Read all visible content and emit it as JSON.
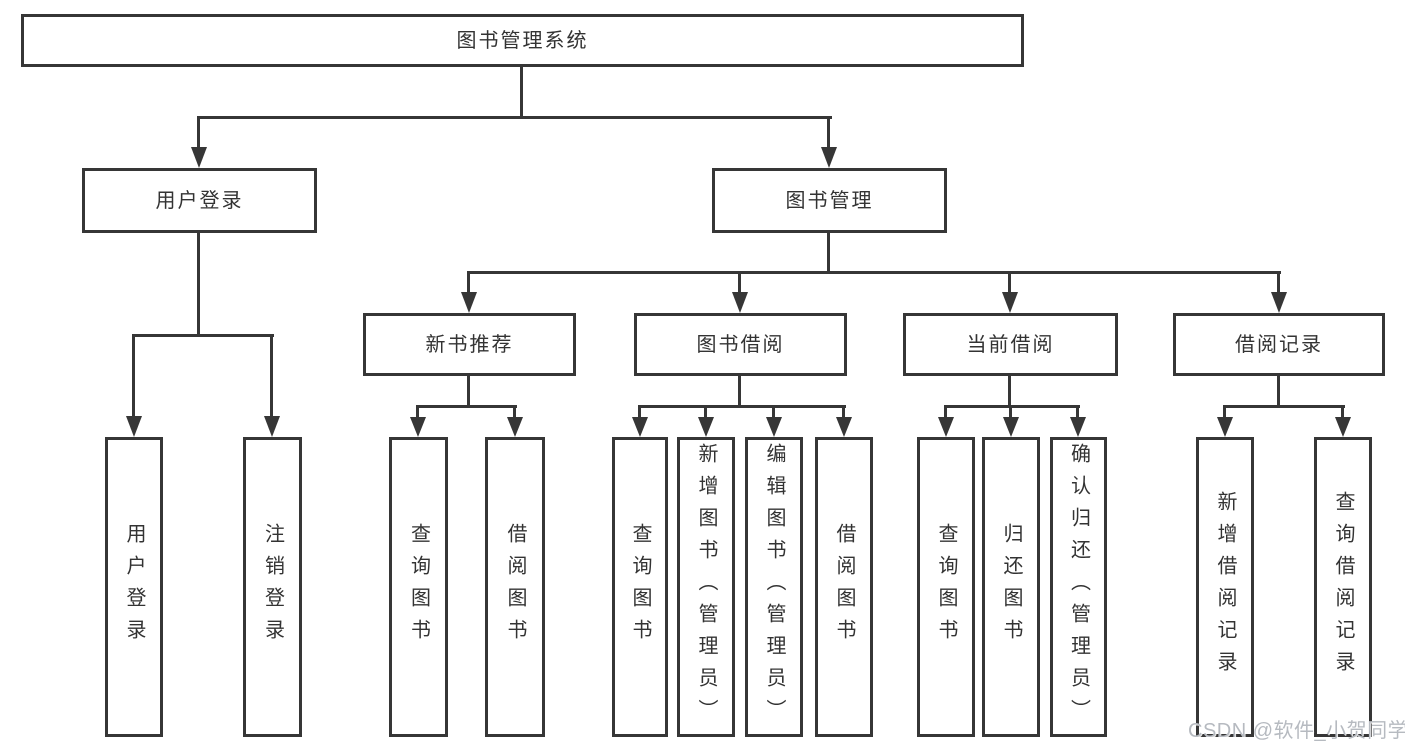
{
  "diagram": {
    "root": {
      "label": "图书管理系统"
    },
    "level2": {
      "user_login": {
        "label": "用户登录"
      },
      "book_mgmt": {
        "label": "图书管理"
      }
    },
    "level3": {
      "new_book": {
        "label": "新书推荐"
      },
      "book_borrow": {
        "label": "图书借阅"
      },
      "current_borrow": {
        "label": "当前借阅"
      },
      "borrow_record": {
        "label": "借阅记录"
      }
    },
    "leaves": {
      "user_login_login": {
        "label": "用户登录"
      },
      "user_login_logout": {
        "label": "注销登录"
      },
      "new_book_query": {
        "label": "查询图书"
      },
      "new_book_borrow": {
        "label": "借阅图书"
      },
      "book_borrow_query": {
        "label": "查询图书"
      },
      "book_borrow_add": {
        "label": "新增图书（管理员）"
      },
      "book_borrow_edit": {
        "label": "编辑图书（管理员）"
      },
      "book_borrow_lend": {
        "label": "借阅图书"
      },
      "current_borrow_query": {
        "label": "查询图书"
      },
      "current_borrow_return": {
        "label": "归还图书"
      },
      "current_borrow_confirm": {
        "label": "确认归还（管理员）"
      },
      "borrow_record_add": {
        "label": "新增借阅记录"
      },
      "borrow_record_query": {
        "label": "查询借阅记录"
      }
    }
  },
  "watermark": {
    "label": "CSDN @软件_小贺同学"
  },
  "colors": {
    "line": "#363636",
    "text": "#333333",
    "watermark": "#b6bac0",
    "background": "#ffffff"
  }
}
